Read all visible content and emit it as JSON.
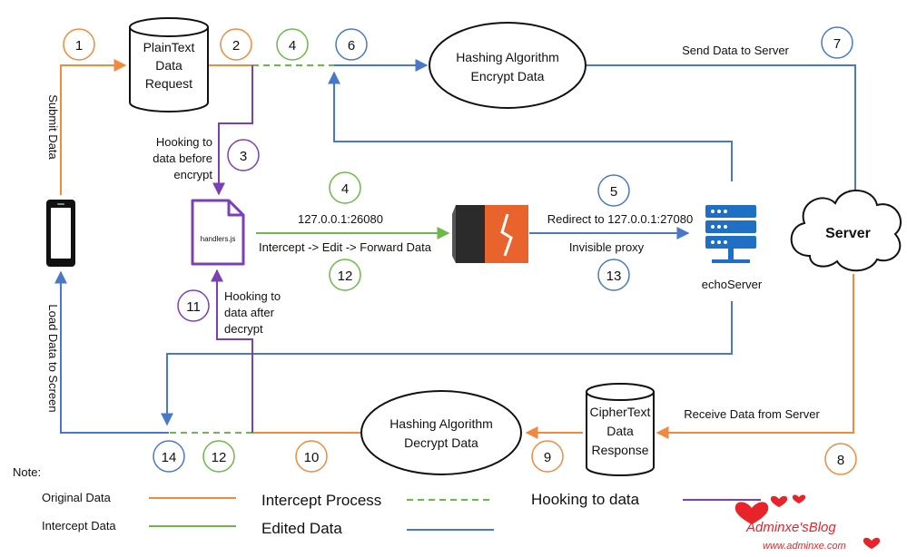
{
  "colors": {
    "original": "#f08a3e",
    "intercept": "#6cb84a",
    "edited": "#4a78c8",
    "hooking": "#7b3fb6",
    "text": "#111111",
    "burp_dark": "#2b2b2b",
    "burp_orange": "#e8642c",
    "server_blue": "#1f6fc4",
    "brand_red": "#e8232a"
  },
  "nodes": {
    "plaintext": [
      "PlainText",
      "Data",
      "Request"
    ],
    "hash_encrypt": [
      "Hashing Algorithm",
      "Encrypt Data"
    ],
    "hash_decrypt": [
      "Hashing Algorithm",
      "Decrypt Data"
    ],
    "ciphertext": [
      "CipherText",
      "Data",
      "Response"
    ],
    "server": "Server",
    "handlers": "handlers.js",
    "echo": "echoServer"
  },
  "labels": {
    "submit": "Submit Data",
    "load": "Load Data to Screen",
    "send": "Send Data to Server",
    "receive": "Receive Data from Server",
    "hook_before": [
      "Hooking to",
      "data before",
      "encrypt"
    ],
    "hook_after": [
      "Hooking to",
      "data after",
      "decrypt"
    ],
    "addr_26080": "127.0.0.1:26080",
    "intercept_edit": "Intercept -> Edit -> Forward Data",
    "redirect": "Redirect to 127.0.0.1:27080",
    "invisible": "Invisible proxy"
  },
  "steps": [
    {
      "label": "1",
      "color": "original"
    },
    {
      "label": "2",
      "color": "original"
    },
    {
      "label": "4",
      "color": "intercept"
    },
    {
      "label": "6",
      "color": "edited"
    },
    {
      "label": "7",
      "color": "edited"
    },
    {
      "label": "3",
      "color": "hooking"
    },
    {
      "label": "4",
      "color": "intercept"
    },
    {
      "label": "5",
      "color": "edited"
    },
    {
      "label": "12",
      "color": "intercept"
    },
    {
      "label": "13",
      "color": "edited"
    },
    {
      "label": "11",
      "color": "hooking"
    },
    {
      "label": "14",
      "color": "edited"
    },
    {
      "label": "12",
      "color": "intercept"
    },
    {
      "label": "10",
      "color": "original"
    },
    {
      "label": "9",
      "color": "original"
    },
    {
      "label": "8",
      "color": "original"
    }
  ],
  "legend": {
    "note": "Note:",
    "original": "Original Data",
    "intercept_data": "Intercept Data",
    "intercept_process": "Intercept Process",
    "edited": "Edited Data",
    "hooking": "Hooking to data"
  },
  "brand": {
    "name": "Adminxe'sBlog",
    "url": "www.adminxe.com"
  }
}
